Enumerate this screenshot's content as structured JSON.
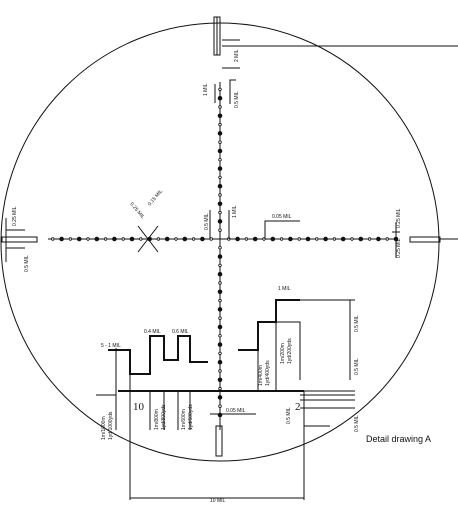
{
  "caption": "Detail drawing A",
  "reticle": {
    "labels": {
      "top_2mil": "2 MIL",
      "top_1mil": "1 MIL",
      "top_05mil": "0.5 MIL",
      "left_025mil": "0.25 MIL",
      "left_05mil": "0.5 MIL",
      "right_025mil_a": "0.25 MIL",
      "right_025mil_b": "0.25 MIL",
      "diag_a": "0.25 MIL",
      "diag_b": "0.15 MIL",
      "center_05mil": "0.5 MIL",
      "center_1mil": "1 MIL",
      "center_005mil": "0.05 MIL",
      "step_5_1mil": "5 - 1 MIL",
      "step_04mil": "0.4 MIL",
      "step_06mil": "0.6 MIL",
      "step_1mil_right": "1 MIL",
      "right_05mil_a": "0.5 MIL",
      "right_05mil_b": "0.5 MIL",
      "right_05mil_c": "0.5 MIL",
      "bottom_005mil": "0.05 MIL",
      "bottom_05mil": "0.5 MIL",
      "bottom_10mil": "10 MIL",
      "num_10": "10",
      "num_2": "2",
      "range_1000": "1m/1000m",
      "range_1000yds": "1yd/1000yds",
      "range_800": "1m/800m",
      "range_800yds": "1yd/800yds",
      "range_600": "1m/600m",
      "range_600yds": "1yd/600yds",
      "range_400": "1m/400m",
      "range_400yds": "1yd/400yds",
      "range_200": "1m/200m",
      "range_200yds": "1yd/200yds"
    }
  }
}
